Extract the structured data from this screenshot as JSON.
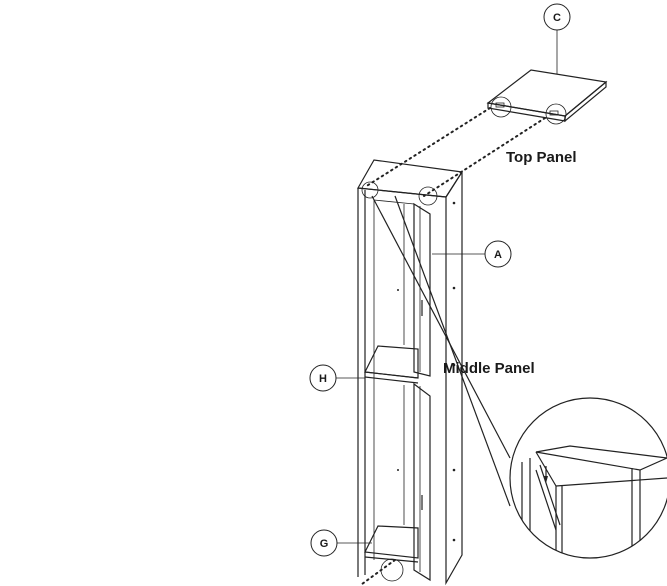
{
  "labels": {
    "top_panel": "Top Panel",
    "middle_panel": "Middle Panel"
  },
  "callouts": {
    "c": "C",
    "a": "A",
    "h": "H",
    "g": "G"
  }
}
